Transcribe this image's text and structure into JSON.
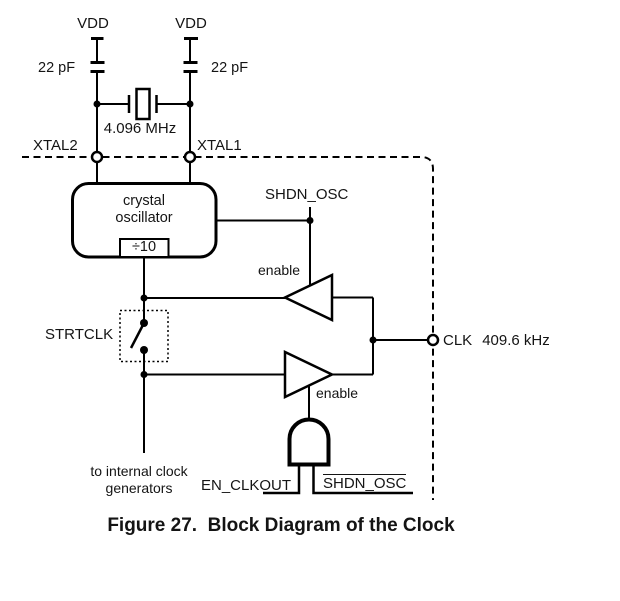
{
  "figure": {
    "caption": "Figure 27.  Block Diagram of the Clock"
  },
  "power": {
    "vdd_left": "VDD",
    "vdd_right": "VDD",
    "cap_left_value": "22 pF",
    "cap_right_value": "22 pF"
  },
  "crystal": {
    "frequency": "4.096 MHz"
  },
  "pins": {
    "xtal2": "XTAL2",
    "xtal1": "XTAL1",
    "clk_name": "CLK",
    "clk_frequency": "409.6 kHz"
  },
  "oscillator": {
    "label_line1": "crystal",
    "label_line2": "oscillator",
    "divider": "÷10"
  },
  "signals": {
    "shdn_osc_top": "SHDN_OSC",
    "enable_top": "enable",
    "enable_bottom": "enable",
    "strtclk": "STRTCLK",
    "en_clkout": "EN_CLKOUT",
    "shdn_osc_bottom": "SHDN_OSC"
  },
  "notes": {
    "internal_line1": "to internal clock",
    "internal_line2": "generators"
  },
  "colors": {
    "line": "#000000",
    "background": "#ffffff",
    "text": "#141414"
  }
}
